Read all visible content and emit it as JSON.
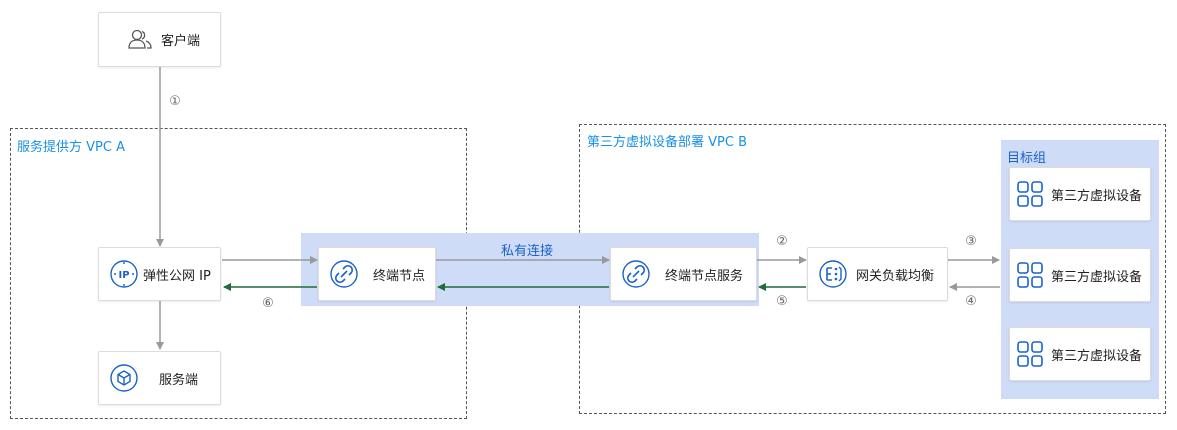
{
  "client": {
    "label": "客户端",
    "icon": "users-icon"
  },
  "vpc_a": {
    "title": "服务提供方 VPC A",
    "eip": {
      "label": "弹性公网 IP",
      "icon": "ip-icon"
    },
    "server": {
      "label": "服务端",
      "icon": "cube-icon"
    }
  },
  "private_link": {
    "label": "私有连接",
    "endpoint": {
      "label": "终端节点",
      "icon": "link-icon"
    },
    "endpoint_service": {
      "label": "终端节点服务",
      "icon": "link-icon"
    }
  },
  "vpc_b": {
    "title": "第三方虚拟设备部署 VPC B",
    "gwlb": {
      "label": "网关负载均衡",
      "icon": "gateway-lb-icon"
    },
    "target_group": {
      "title": "目标组",
      "items": [
        {
          "label": "第三方虚拟设备",
          "icon": "grid-icon"
        },
        {
          "label": "第三方虚拟设备",
          "icon": "grid-icon"
        },
        {
          "label": "第三方虚拟设备",
          "icon": "grid-icon"
        }
      ]
    }
  },
  "steps": [
    "①",
    "②",
    "③",
    "④",
    "⑤",
    "⑥"
  ],
  "colors": {
    "accent": "#1a62c9",
    "title_blue": "#1890e8",
    "band": "#cfdcf7",
    "forward_arrow": "#999999",
    "return_arrow": "#1f6b3a"
  }
}
